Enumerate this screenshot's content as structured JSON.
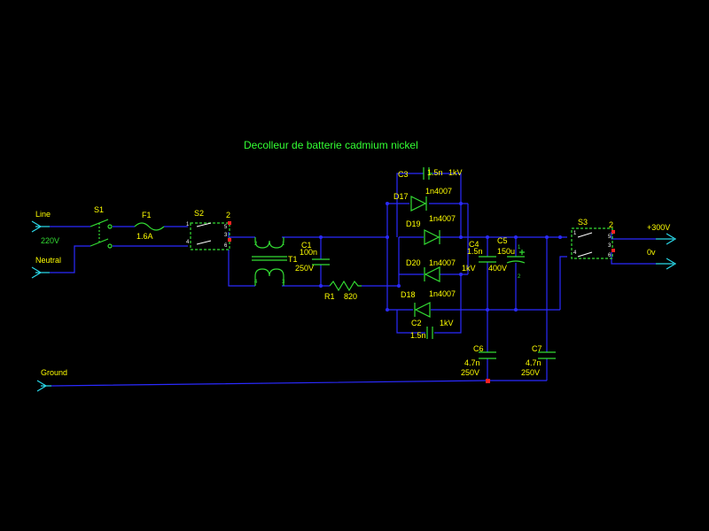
{
  "title": "Decolleur de batterie cadmium nickel",
  "colors": {
    "background": "#000000",
    "wire": "#2a2aff",
    "component": "#33dd33",
    "label": "#ffff00",
    "title": "#33ff33",
    "connector": "#2ad8e8",
    "pad": "#ff2222",
    "switch_pin": "#ffffff"
  },
  "connectors": {
    "line": "Line",
    "line_voltage": "220V",
    "neutral": "Neutral",
    "ground": "Ground",
    "out_plus": "+300V",
    "out_zero": "0v"
  },
  "components": {
    "S1": {
      "ref": "S1"
    },
    "F1": {
      "ref": "F1",
      "value": "1.6A"
    },
    "S2": {
      "ref": "S2",
      "pin_1": "1",
      "pin_2": "2",
      "pin_3": "3",
      "pin_4": "4",
      "pin_5": "5",
      "pin_6": "6"
    },
    "T1": {
      "ref": "T1",
      "pin_1": "1",
      "pin_2": "2",
      "pin_3": "3",
      "pin_4": "4"
    },
    "C1": {
      "ref": "C1",
      "value": "100n",
      "rating": "250V"
    },
    "R1": {
      "ref": "R1",
      "value": "820"
    },
    "C3": {
      "ref": "C3",
      "value": "1.5n",
      "rating": "1kV"
    },
    "D17": {
      "ref": "D17",
      "value": "1n4007"
    },
    "D19": {
      "ref": "D19",
      "value": "1n4007"
    },
    "D20": {
      "ref": "D20",
      "value": "1n4007"
    },
    "D18": {
      "ref": "D18",
      "value": "1n4007"
    },
    "C2": {
      "ref": "C2",
      "value": "1.5n",
      "rating": "1kV"
    },
    "C4": {
      "ref": "C4",
      "value": "1.5n",
      "rating": "1kV"
    },
    "C5": {
      "ref": "C5",
      "value": "150u",
      "rating": "400V",
      "pin_1": "1",
      "pin_2": "2"
    },
    "C6": {
      "ref": "C6",
      "value": "4.7n",
      "rating": "250V"
    },
    "C7": {
      "ref": "C7",
      "value": "4.7n",
      "rating": "250V"
    },
    "S3": {
      "ref": "S3",
      "pin_1": "1",
      "pin_2": "2",
      "pin_3": "3",
      "pin_4": "4",
      "pin_5": "5",
      "pin_6": "6"
    }
  }
}
